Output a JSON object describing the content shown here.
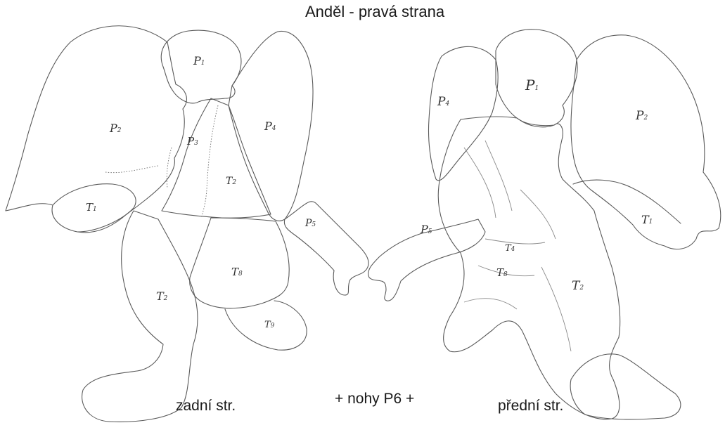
{
  "title": "Anděl - pravá strana",
  "captions": {
    "back": "zadní str.",
    "note": "+ nohy P6 +",
    "front": "přední str."
  },
  "back_view": {
    "piece_labels": [
      {
        "letter": "P",
        "num": "1"
      },
      {
        "letter": "P",
        "num": "2"
      },
      {
        "letter": "P",
        "num": "3"
      },
      {
        "letter": "P",
        "num": "4"
      },
      {
        "letter": "P",
        "num": "5"
      },
      {
        "letter": "T",
        "num": "1"
      },
      {
        "letter": "T",
        "num": "2"
      },
      {
        "letter": "T",
        "num": "2"
      },
      {
        "letter": "T",
        "num": "8"
      },
      {
        "letter": "T",
        "num": "9"
      }
    ]
  },
  "front_view": {
    "piece_labels": [
      {
        "letter": "P",
        "num": "1"
      },
      {
        "letter": "P",
        "num": "2"
      },
      {
        "letter": "P",
        "num": "4"
      },
      {
        "letter": "P",
        "num": "5"
      },
      {
        "letter": "T",
        "num": "1"
      },
      {
        "letter": "T",
        "num": "2"
      },
      {
        "letter": "T",
        "num": "4"
      },
      {
        "letter": "T",
        "num": "8"
      }
    ]
  }
}
